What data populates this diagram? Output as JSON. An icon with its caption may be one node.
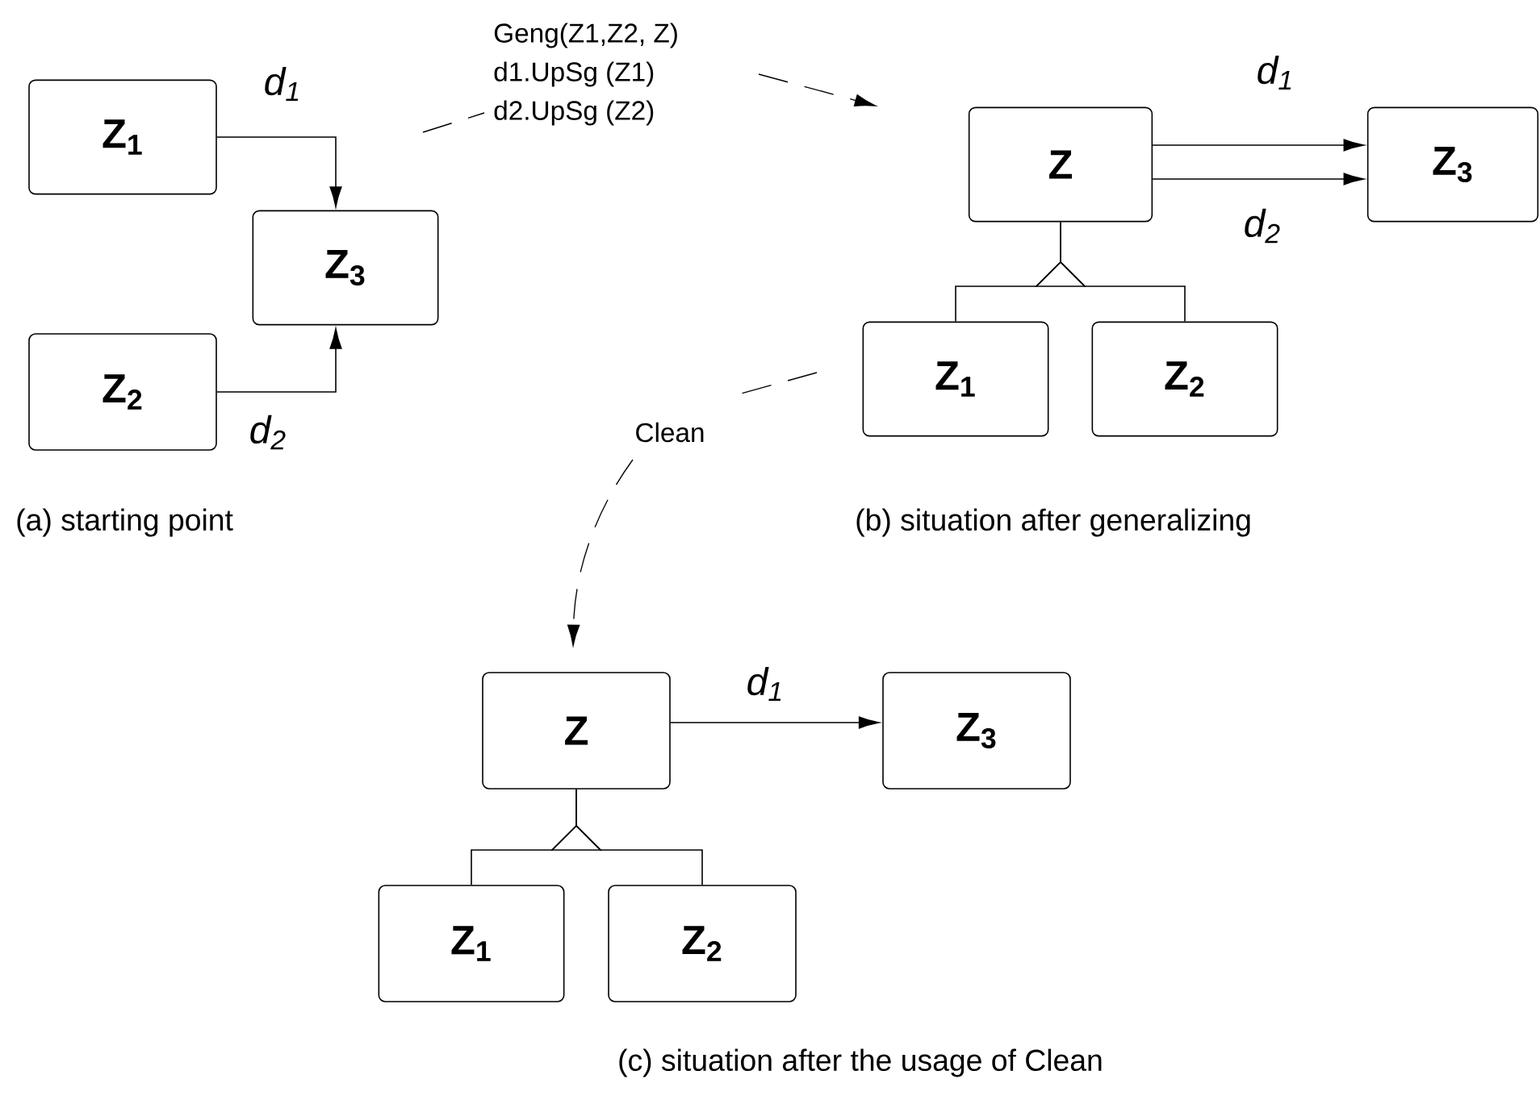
{
  "diagram": {
    "nodes": [
      {
        "text": [
          "Z$_{1}$"
        ]
      },
      {
        "text": [
          "Z$_{3}$"
        ]
      },
      {
        "text": [
          "Z$_{2}$"
        ]
      },
      {
        "text": [
          "Z"
        ]
      },
      {
        "text": [
          "Z$_{3}$"
        ]
      },
      {
        "text": [
          "Z$_{1}$"
        ]
      },
      {
        "text": [
          "Z$_{2}$"
        ]
      },
      {
        "text": [
          "Z"
        ]
      },
      {
        "text": [
          "Z$_{3}$"
        ]
      },
      {
        "text": [
          "Z$_{1}$"
        ]
      },
      {
        "text": [
          "Z$_{2}$"
        ]
      }
    ],
    "edges": [
      {
        "from": 0,
        "to": 1,
        "arrow": "to",
        "label": "d$_{1}$"
      },
      {
        "from": 2,
        "to": 1,
        "arrow": "to",
        "label": "d$_{2}$"
      },
      {
        "from": 3,
        "to": 4,
        "arrow": "to",
        "label": "d$_{1}$"
      },
      {
        "from": 3,
        "to": 4,
        "arrow": "to",
        "label": "d$_{2}$"
      },
      {
        "from": 5,
        "to": 3,
        "arrow": "none"
      },
      {
        "from": 6,
        "to": 3,
        "arrow": "none"
      },
      {
        "from": 9,
        "to": 7,
        "arrow": "none"
      },
      {
        "from": 10,
        "to": 7,
        "arrow": "none"
      },
      {
        "from": 7,
        "to": 8,
        "arrow": "to",
        "label": "d$_{1}$"
      }
    ],
    "labels": [
      "Geng(Z1,Z2, Z)",
      "d1.UpSg (Z1)",
      "d2.UpSg (Z2)",
      "Clean",
      "(a) starting point",
      "(b) situation after generalizing",
      "(c) situation after the usage of Clean"
    ]
  }
}
